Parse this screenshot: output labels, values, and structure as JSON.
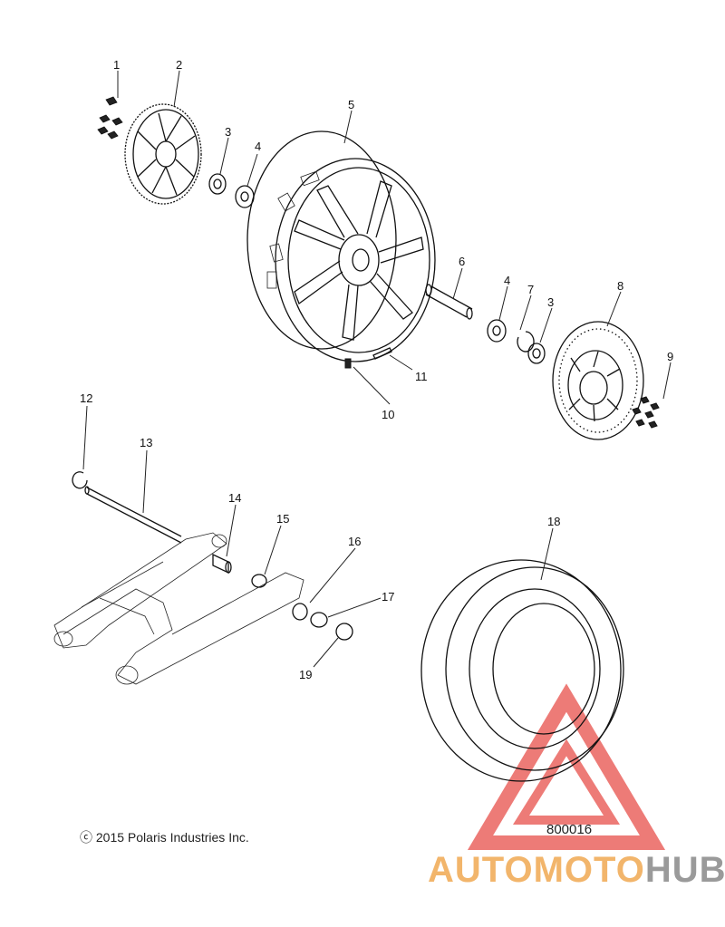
{
  "callouts": [
    {
      "id": "1",
      "label": "1"
    },
    {
      "id": "2",
      "label": "2"
    },
    {
      "id": "3a",
      "label": "3"
    },
    {
      "id": "4a",
      "label": "4"
    },
    {
      "id": "5",
      "label": "5"
    },
    {
      "id": "6",
      "label": "6"
    },
    {
      "id": "4b",
      "label": "4"
    },
    {
      "id": "7",
      "label": "7"
    },
    {
      "id": "3b",
      "label": "3"
    },
    {
      "id": "8",
      "label": "8"
    },
    {
      "id": "9",
      "label": "9"
    },
    {
      "id": "10",
      "label": "10"
    },
    {
      "id": "11",
      "label": "11"
    },
    {
      "id": "12",
      "label": "12"
    },
    {
      "id": "13",
      "label": "13"
    },
    {
      "id": "14",
      "label": "14"
    },
    {
      "id": "15",
      "label": "15"
    },
    {
      "id": "16",
      "label": "16"
    },
    {
      "id": "17",
      "label": "17"
    },
    {
      "id": "18",
      "label": "18"
    },
    {
      "id": "19",
      "label": "19"
    }
  ],
  "copyright": "ⓒ 2015 Polaris Industries Inc.",
  "diagram_number": "800016",
  "watermark": {
    "part_a": "AUTOMOTO",
    "part_b": "HUB",
    "color_a": "#f2b56b",
    "color_b": "#9a9a9a",
    "logo_color": "#e8504a"
  }
}
